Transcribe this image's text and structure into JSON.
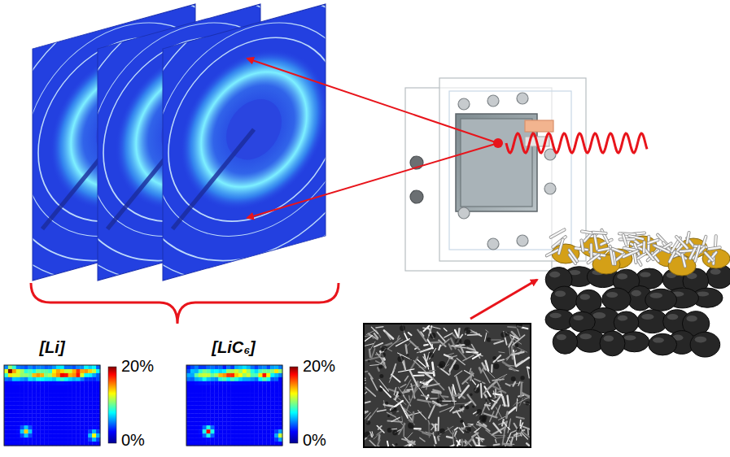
{
  "diagram": {
    "labels": [
      "[Li]",
      "20%",
      "0%",
      "[LiC₆]",
      "20%",
      "0%"
    ]
  }
}
